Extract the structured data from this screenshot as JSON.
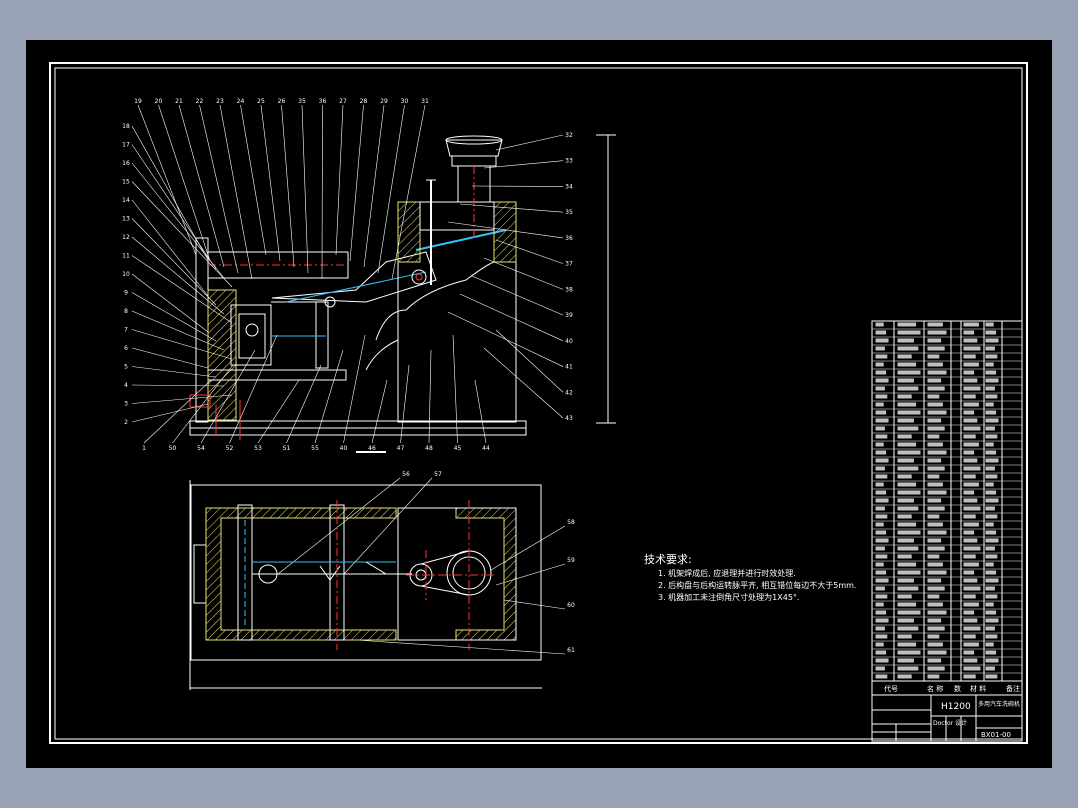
{
  "drawing": {
    "top_view_numbers": [
      "19",
      "20",
      "21",
      "22",
      "23",
      "24",
      "25",
      "26",
      "35",
      "36",
      "27",
      "28",
      "29",
      "30",
      "31"
    ],
    "left_numbers": [
      "18",
      "17",
      "16",
      "15",
      "14",
      "13",
      "12",
      "11",
      "10",
      "9",
      "8",
      "7",
      "6",
      "5",
      "4",
      "3",
      "2"
    ],
    "right_numbers": [
      "32",
      "33",
      "34",
      "35",
      "36",
      "37",
      "38",
      "39",
      "40",
      "41",
      "42",
      "43"
    ],
    "bottom_numbers": [
      "1",
      "50",
      "54",
      "52",
      "53",
      "51",
      "55",
      "40",
      "46",
      "47",
      "48",
      "45",
      "44"
    ],
    "plan_numbers": [
      "56",
      "57",
      "58",
      "59",
      "60",
      "61"
    ]
  },
  "notes": {
    "title": "技术要求:",
    "lines": [
      "1. 机架焊成后, 应退理并进行时效处理.",
      "2. 后构盘与后构运转脉平齐, 相互错位每边不大于5mm.",
      "3. 机器加工未注倒角尺寸处理为1X45°."
    ]
  },
  "title_block": {
    "header_cols": [
      "代号",
      "名 称",
      "数",
      "材 料",
      "备注"
    ],
    "drawing_title": "H1200",
    "designer_label": "Doctor 设计",
    "drawing_no": "BX01-00",
    "machine_name": "多用汽车洗碗机"
  }
}
